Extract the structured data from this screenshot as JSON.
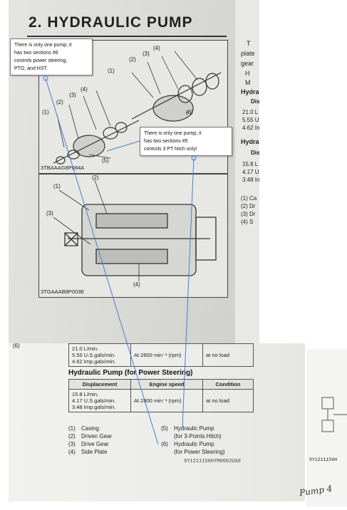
{
  "top": {
    "section_title": "2.  HYDRAULIC PUMP",
    "figure1": {
      "code": "3TBAAAG8P084A",
      "labels": [
        "(1)",
        "(2)",
        "(3)",
        "(4)",
        "(5)",
        "(1)",
        "(2)",
        "(3)",
        "(4)",
        "(6)"
      ]
    },
    "figure2": {
      "code": "3TGAAAB8P003E",
      "labels": [
        "(1)",
        "(2)",
        "(3)",
        "(4)"
      ]
    },
    "right_fragments": [
      "T",
      "plate",
      "gear",
      "H",
      "M",
      "Hydra",
      "Dis",
      "21.0 L",
      "5.55 U",
      "4.62 In",
      "Hydra",
      "Dis",
      "15.8 L",
      "4.17 U",
      "3.48 In",
      "(1)  Ca",
      "(2)  Dr",
      "(3)  Dr",
      "(4)  S"
    ]
  },
  "callouts": {
    "c1": [
      "There is only one pump; it",
      "has two sections #6",
      "controls power steering,",
      "PTO, and HST."
    ],
    "c2": [
      "There is only one pump; it",
      "has two sections #5",
      "controls 3 PT hitch only!"
    ]
  },
  "bottom": {
    "left_mark": "(6)",
    "table1": {
      "rows": [
        [
          "21.0 L/min.\n5.55 U.S.gals/min.\n4.62 Imp.gals/min.",
          "At 2800 min⁻¹ (rpm)",
          "at no load"
        ]
      ]
    },
    "section_title": "Hydraulic Pump (for Power Steering)",
    "table2": {
      "headers": [
        "Displacement",
        "Engine speed",
        "Condition"
      ],
      "rows": [
        [
          "15.8 L/min.\n4.17 U.S.gals/min.\n3.48 Imp.gals/min.",
          "At 2800 min⁻¹ (rpm)",
          "at no load"
        ]
      ]
    },
    "legend_left": [
      {
        "num": "(1)",
        "text": "Casing"
      },
      {
        "num": "(2)",
        "text": "Driven Gear"
      },
      {
        "num": "(3)",
        "text": "Drive Gear"
      },
      {
        "num": "(4)",
        "text": "Side Plate"
      }
    ],
    "legend_right": [
      {
        "num": "(5)",
        "text": "Hydraulic Pump"
      },
      {
        "num": "",
        "text": "(for 3-Points Hitch)"
      },
      {
        "num": "(6)",
        "text": "Hydraulic Pump"
      },
      {
        "num": "",
        "text": "(for Power Steering)"
      }
    ],
    "code": "9Y1211156HYM0002US0",
    "right_code": "9Y1211156H",
    "handwriting": "Pump 4"
  }
}
